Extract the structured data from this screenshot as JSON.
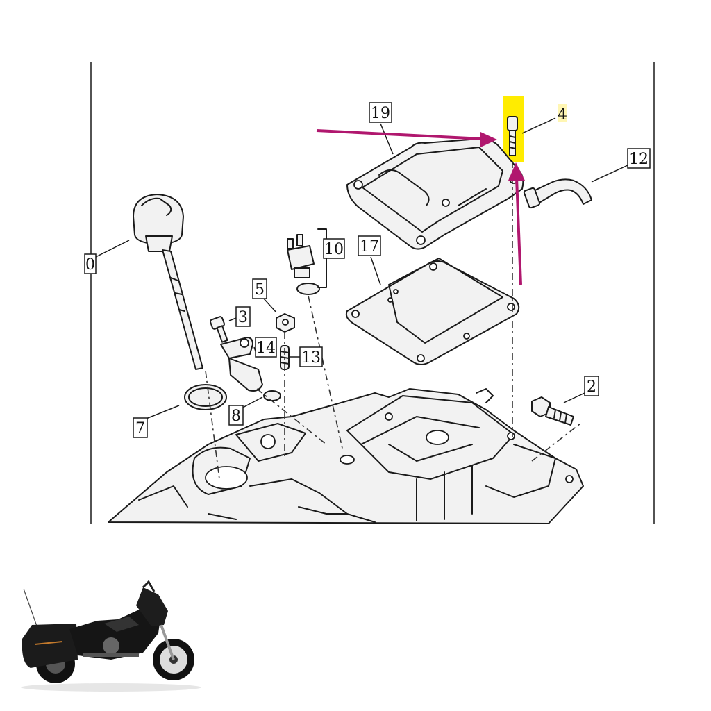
{
  "callouts": {
    "c19": "19",
    "c4": "4",
    "c12": "12",
    "c10": "10",
    "c17": "17",
    "c5": "5",
    "c3": "3",
    "c14": "14",
    "c13": "13",
    "c2": "2",
    "c7": "7",
    "c8": "8",
    "c_left": "0"
  },
  "colors": {
    "annotation_arrow": "#b0176e",
    "highlight": "#ffec00"
  },
  "icons": {
    "motorcycle": "motorcycle-thumbnail"
  }
}
